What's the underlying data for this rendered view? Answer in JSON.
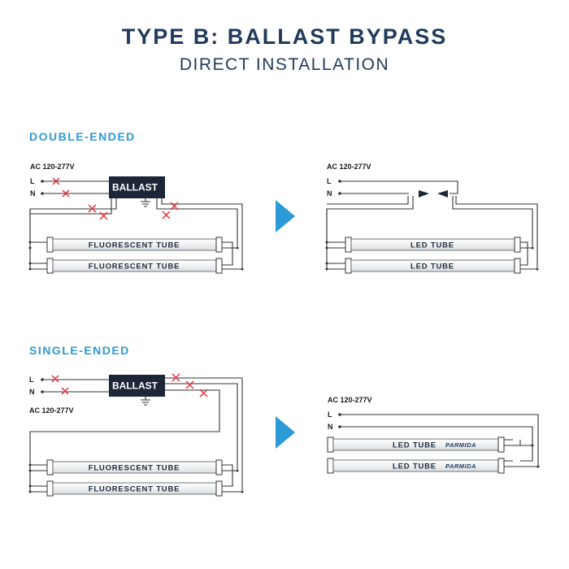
{
  "title": "TYPE B: BALLAST BYPASS",
  "subtitle": "DIRECT INSTALLATION",
  "sections": {
    "double": "DOUBLE-ENDED",
    "single": "SINGLE-ENDED"
  },
  "labels": {
    "ac": "AC 120-277V",
    "line": "L",
    "neutral": "N",
    "ballast": "BALLAST",
    "fluorescent": "FLUORESCENT TUBE",
    "led": "LED TUBE",
    "brand": "PARMIDA"
  },
  "colors": {
    "title": "#1f3a5a",
    "section": "#2d9ad8",
    "arrow": "#2d9ad8",
    "remove_mark": "#e0333b",
    "ballast_box": "#1c2638"
  }
}
